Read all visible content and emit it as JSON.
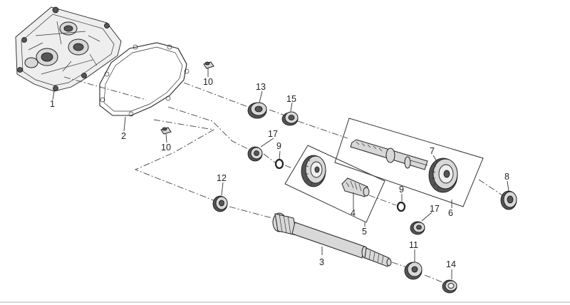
{
  "labels": {
    "p1": "1",
    "p2": "2",
    "p3": "3",
    "p4": "4",
    "p5": "5",
    "p6": "6",
    "p7": "7",
    "p8": "8",
    "p9a": "9",
    "p9b": "9",
    "p10a": "10",
    "p10b": "10",
    "p11": "11",
    "p12": "12",
    "p13": "13",
    "p14": "14",
    "p15": "15",
    "p17a": "17",
    "p17b": "17"
  },
  "colors": {
    "line": "#222222",
    "metal": "#d8d8d8",
    "shadow": "#555555",
    "background": "#ffffff"
  }
}
